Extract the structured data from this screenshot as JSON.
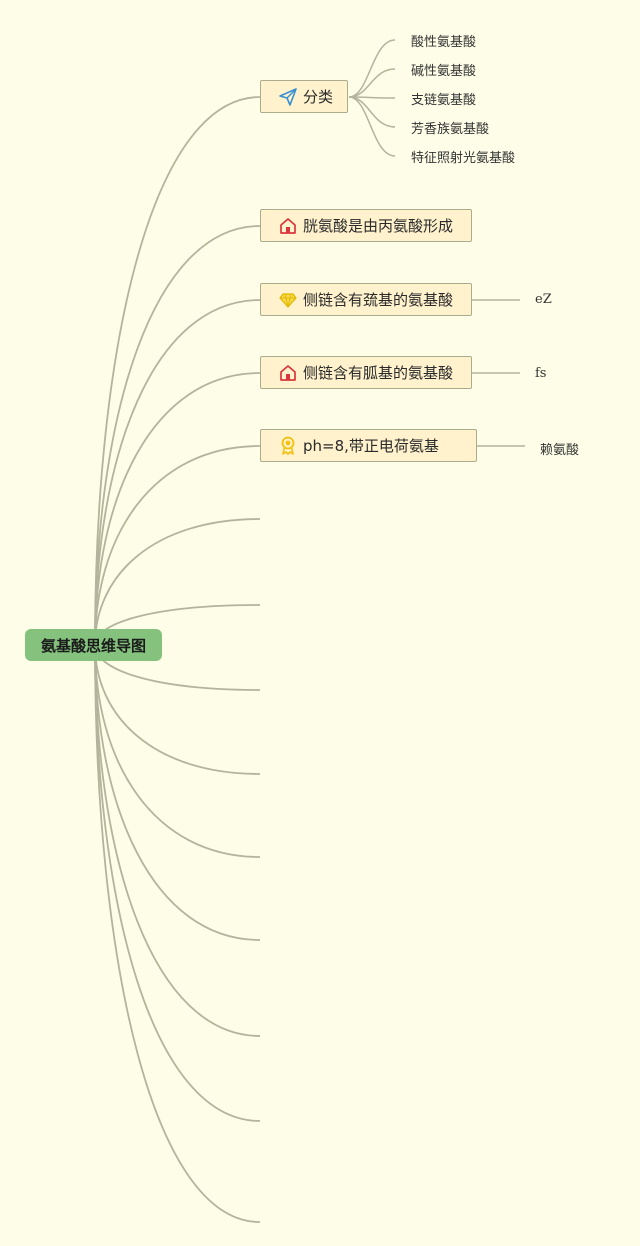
{
  "root": {
    "label": "氨基酸思维导图"
  },
  "topics": [
    {
      "label": "分类",
      "icon": "paper-plane-icon"
    },
    {
      "label": "胱氨酸是由丙氨酸形成",
      "icon": "home-icon"
    },
    {
      "label": "侧链含有巯基的氨基酸",
      "icon": "diamond-icon"
    },
    {
      "label": "侧链含有胍基的氨基酸",
      "icon": "home-icon"
    },
    {
      "label": "ph=8,带正电荷氨基",
      "icon": "award-ribbon-icon"
    }
  ],
  "subtopics": [
    "酸性氨基酸",
    "碱性氨基酸",
    "支链氨基酸",
    "芳香族氨基酸",
    "特征照射光氨基酸"
  ],
  "notes": [
    "eZ",
    "fs",
    "赖氨酸"
  ],
  "colors": {
    "background": "#fefee8",
    "root_fill": "#85c27e",
    "topic_fill": "#fff2cd",
    "connector": "#b4b49c",
    "home_icon": "#d9363e",
    "plane_icon": "#3a8fd1",
    "gold_icon": "#f2c10f"
  }
}
